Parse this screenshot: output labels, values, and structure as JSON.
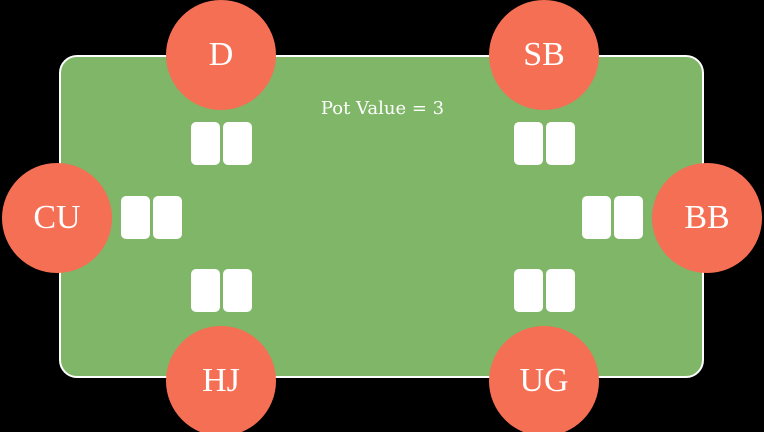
{
  "table": {
    "pot_label": "Pot Value = 3",
    "felt_color": "#7fb667",
    "border_color": "#ffffff",
    "background_color": "#000000"
  },
  "seats": {
    "d": {
      "label": "D"
    },
    "sb": {
      "label": "SB"
    },
    "cu": {
      "label": "CU"
    },
    "bb": {
      "label": "BB"
    },
    "hj": {
      "label": "HJ"
    },
    "ug": {
      "label": "UG"
    }
  },
  "colors": {
    "seat": "#f56f54",
    "card": "#ffffff",
    "text": "#ffffff"
  },
  "cards_per_seat": 2
}
